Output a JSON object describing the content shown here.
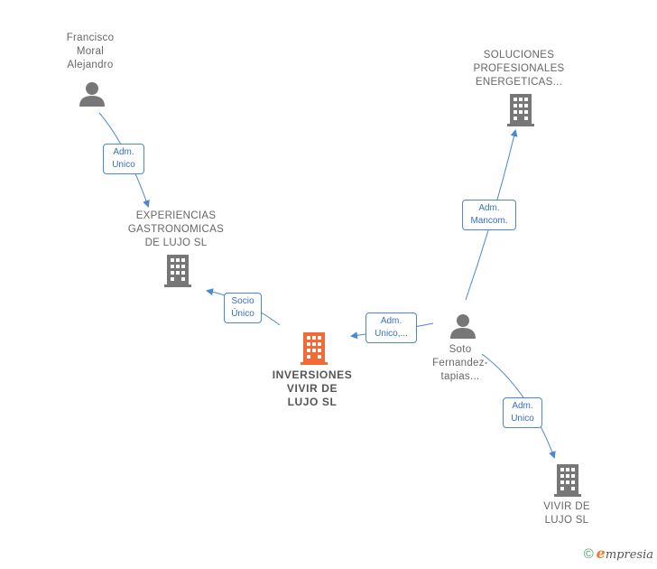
{
  "nodes": {
    "francisco": {
      "label": "Francisco\nMoral\nAlejandro",
      "type": "person"
    },
    "soluciones": {
      "label": "SOLUCIONES\nPROFESIONALES\nENERGETICAS...",
      "type": "company"
    },
    "experiencias": {
      "label": "EXPERIENCIAS\nGASTRONOMICAS\nDE LUJO  SL",
      "type": "company"
    },
    "inversiones": {
      "label": "INVERSIONES\nVIVIR DE\nLUJO  SL",
      "type": "company-main"
    },
    "soto": {
      "label": "Soto\nFernandez-\ntapias...",
      "type": "person"
    },
    "vivir": {
      "label": "VIVIR DE\nLUJO SL",
      "type": "company"
    }
  },
  "edges": {
    "francisco_experiencias": "Adm.\nUnico",
    "soto_soluciones": "Adm.\nMancom.",
    "inversiones_experiencias": "Socio\nÚnico",
    "soto_inversiones": "Adm.\nUnico,...",
    "soto_vivir": "Adm.\nUnico"
  },
  "colors": {
    "edge": "#4a86d4",
    "icon": "#777777",
    "main_icon": "#f26a35"
  },
  "footer": {
    "copyright": "©",
    "brand_initial": "e",
    "brand_rest": "mpresia"
  }
}
